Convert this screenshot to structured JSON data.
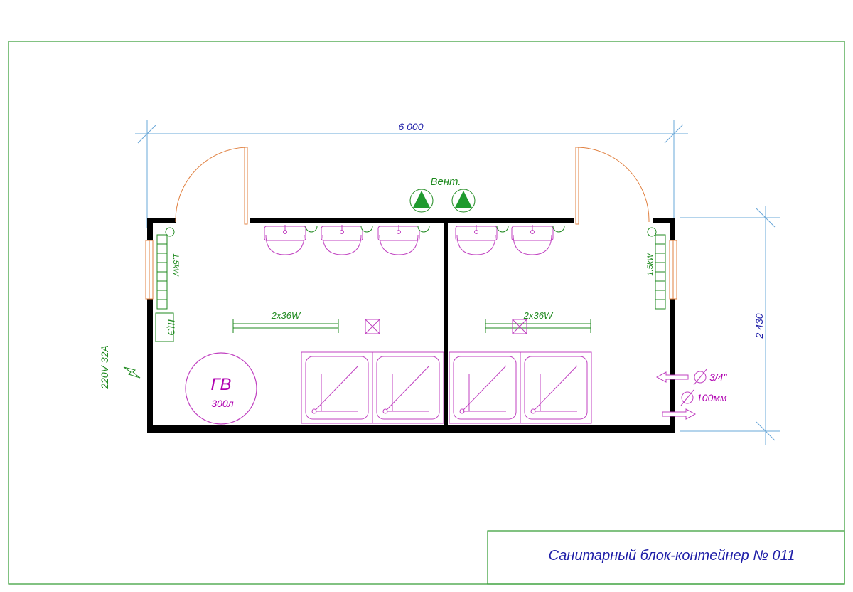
{
  "title": "Санитарный блок-контейнер № 011",
  "dimensions": {
    "length": "6 000",
    "width": "2 430"
  },
  "labels": {
    "vent": "Вент.",
    "heater_left": "1.5kW",
    "heater_right": "1.5kW",
    "panel": "ЩЭ",
    "power": "220V 32A",
    "light_left": "2x36W",
    "light_right": "2x36W",
    "boiler": "ГВ",
    "boiler_volume": "300л",
    "water_pipe": "3/4\"",
    "sewer_pipe": "100мм"
  },
  "colors": {
    "wall": "#000000",
    "frame": "#2e9a2e",
    "dimension": "#6aa8d8",
    "sanitary": "#c040c0",
    "door": "#e08040",
    "electric": "#1f8a1f"
  }
}
